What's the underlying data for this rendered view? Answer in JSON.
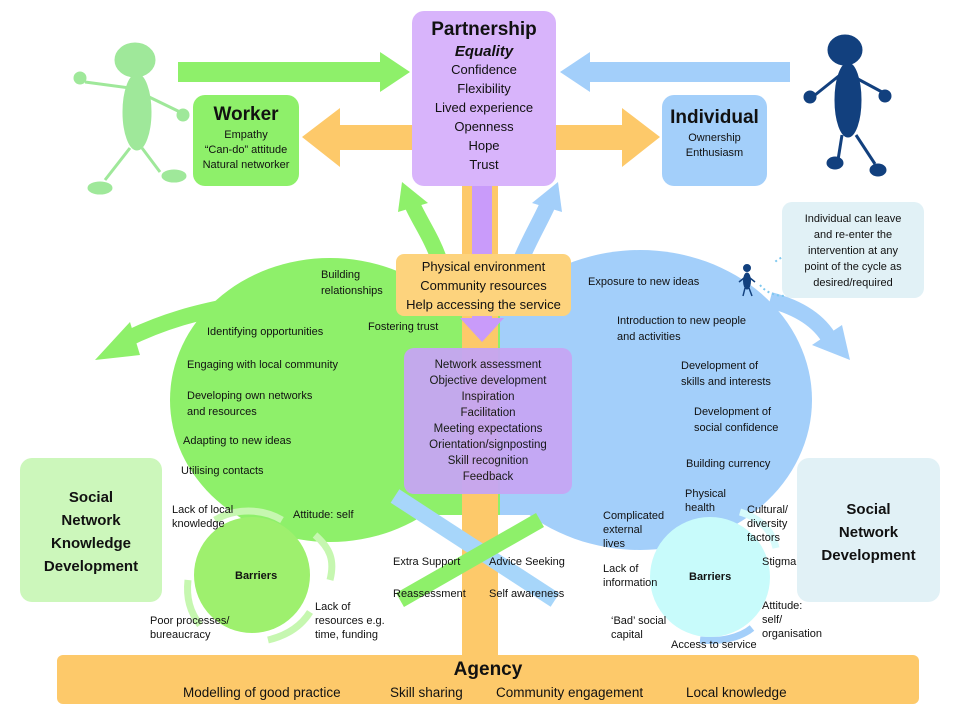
{
  "partnership": {
    "title": "Partnership",
    "subtitle": "Equality",
    "items": [
      "Confidence",
      "Flexibility",
      "Lived experience",
      "Openness",
      "Hope",
      "Trust"
    ]
  },
  "worker": {
    "title": "Worker",
    "items": [
      "Empathy",
      "“Can-do” attitude",
      "Natural networker"
    ]
  },
  "individual": {
    "title": "Individual",
    "items": [
      "Ownership",
      "Enthusiasm"
    ]
  },
  "re_enter_note": [
    "Individual can leave",
    "and re-enter  the",
    "intervention at any",
    "point of the cycle as",
    "desired/required"
  ],
  "environment": [
    "Physical environment",
    "Community resources",
    "Help accessing the service"
  ],
  "worker_actions": {
    "building_relationships": [
      "Building",
      "relationships"
    ],
    "identifying": "Identifying opportunities",
    "fostering_trust": "Fostering trust",
    "engaging": "Engaging with local community",
    "developing": [
      "Developing own networks",
      "and resources"
    ],
    "adapting": "Adapting to new ideas",
    "utilising": "Utilising contacts"
  },
  "individual_outcomes": {
    "exposure": "Exposure to new ideas",
    "introduction": [
      "Introduction to new people",
      "and activities"
    ],
    "skills": [
      "Development of",
      "skills and interests"
    ],
    "confidence": [
      "Development of",
      "social confidence"
    ],
    "currency": "Building currency"
  },
  "center_box": [
    "Network assessment",
    "Objective development",
    "Inspiration",
    "Facilitation",
    "Meeting expectations",
    "Orientation/signposting",
    "Skill recognition",
    "Feedback"
  ],
  "sn_knowledge": [
    "Social",
    "Network",
    "Knowledge",
    "Development"
  ],
  "sn_development": [
    "Social",
    "Network",
    "Development"
  ],
  "left_barriers": {
    "title": "Barriers",
    "lack_local": [
      "Lack of local",
      "knowledge"
    ],
    "attitude_self": "Attitude: self",
    "poor_processes": [
      "Poor processes/",
      "bureaucracy"
    ],
    "lack_resources": [
      "Lack of",
      "resources e.g.",
      "time, funding"
    ]
  },
  "right_barriers": {
    "title": "Barriers",
    "physical_health": [
      "Physical",
      "health"
    ],
    "cultural": [
      "Cultural/",
      "diversity",
      "factors"
    ],
    "complicated": [
      "Complicated",
      "external",
      "lives"
    ],
    "stigma": "Stigma",
    "lack_info": [
      "Lack of",
      "information"
    ],
    "bad_capital": [
      "‘Bad’ social",
      "capital"
    ],
    "attitude_org": [
      "Attitude:",
      "self/",
      "organisation"
    ],
    "access": "Access to service"
  },
  "support": {
    "extra_support": "Extra Support",
    "advice_seeking": "Advice Seeking",
    "reassessment": "Reassessment",
    "self_awareness": "Self awareness"
  },
  "agency": {
    "title": "Agency",
    "items": [
      "Modelling of good practice",
      "Skill sharing",
      "Community engagement",
      "Local knowledge"
    ]
  },
  "colors": {
    "green": "#8ef06a",
    "blue": "#a3cffa",
    "purple": "#d8b4fb",
    "orange": "#fdc96a",
    "light_green_box": "#ccf7bb",
    "light_blue_box": "#e1f1f6",
    "dark_blue_figure": "#12407e",
    "light_green_figure": "#9fe89a"
  }
}
